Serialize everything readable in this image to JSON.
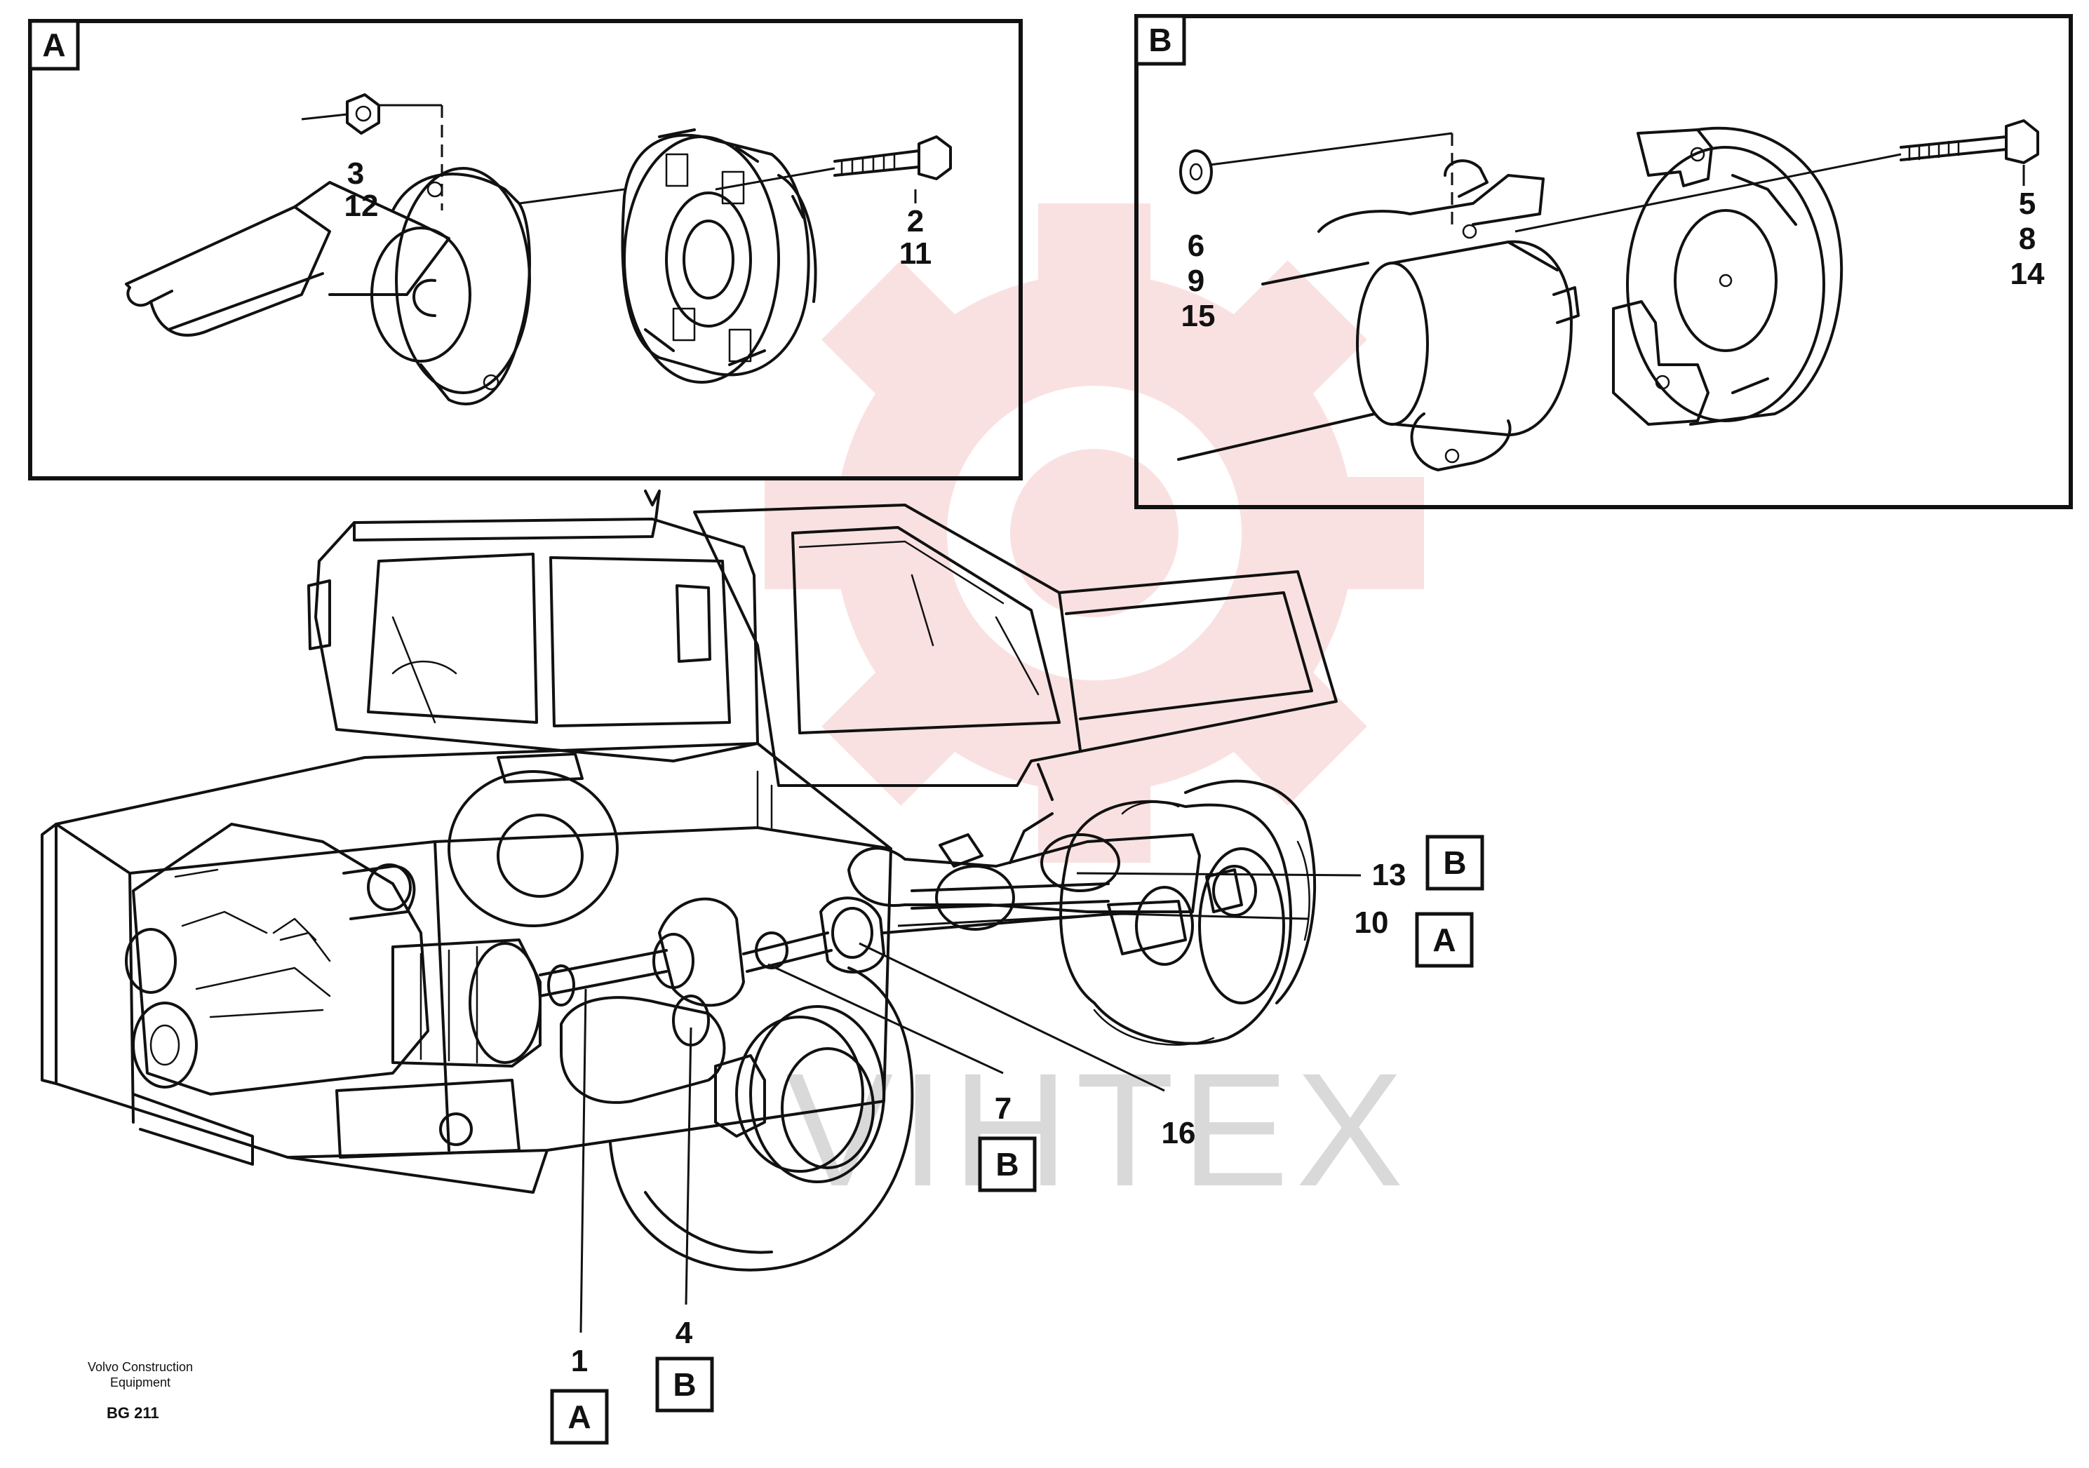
{
  "diagram": {
    "panel_a_tag": "A",
    "panel_b_tag": "B",
    "panel_a_callouts": [
      "3",
      "12",
      "2",
      "11"
    ],
    "panel_b_callouts": [
      "6",
      "9",
      "15",
      "5",
      "8",
      "14"
    ],
    "main_callouts": {
      "c13": "13",
      "c10": "10",
      "c7": "7",
      "c16": "16",
      "c1": "1",
      "c4": "4"
    },
    "callout_tags": {
      "t13": "B",
      "t10": "A",
      "t7": "B",
      "t1": "A",
      "t4": "B"
    },
    "watermark": "VIHTEX",
    "footer": {
      "company_line1": "Volvo Construction",
      "company_line2": "Equipment",
      "code": "BG 211"
    }
  },
  "colors": {
    "ink": "#111111",
    "logo_watermark": "#f6c9c9",
    "text_watermark": "#d9d9d9"
  }
}
